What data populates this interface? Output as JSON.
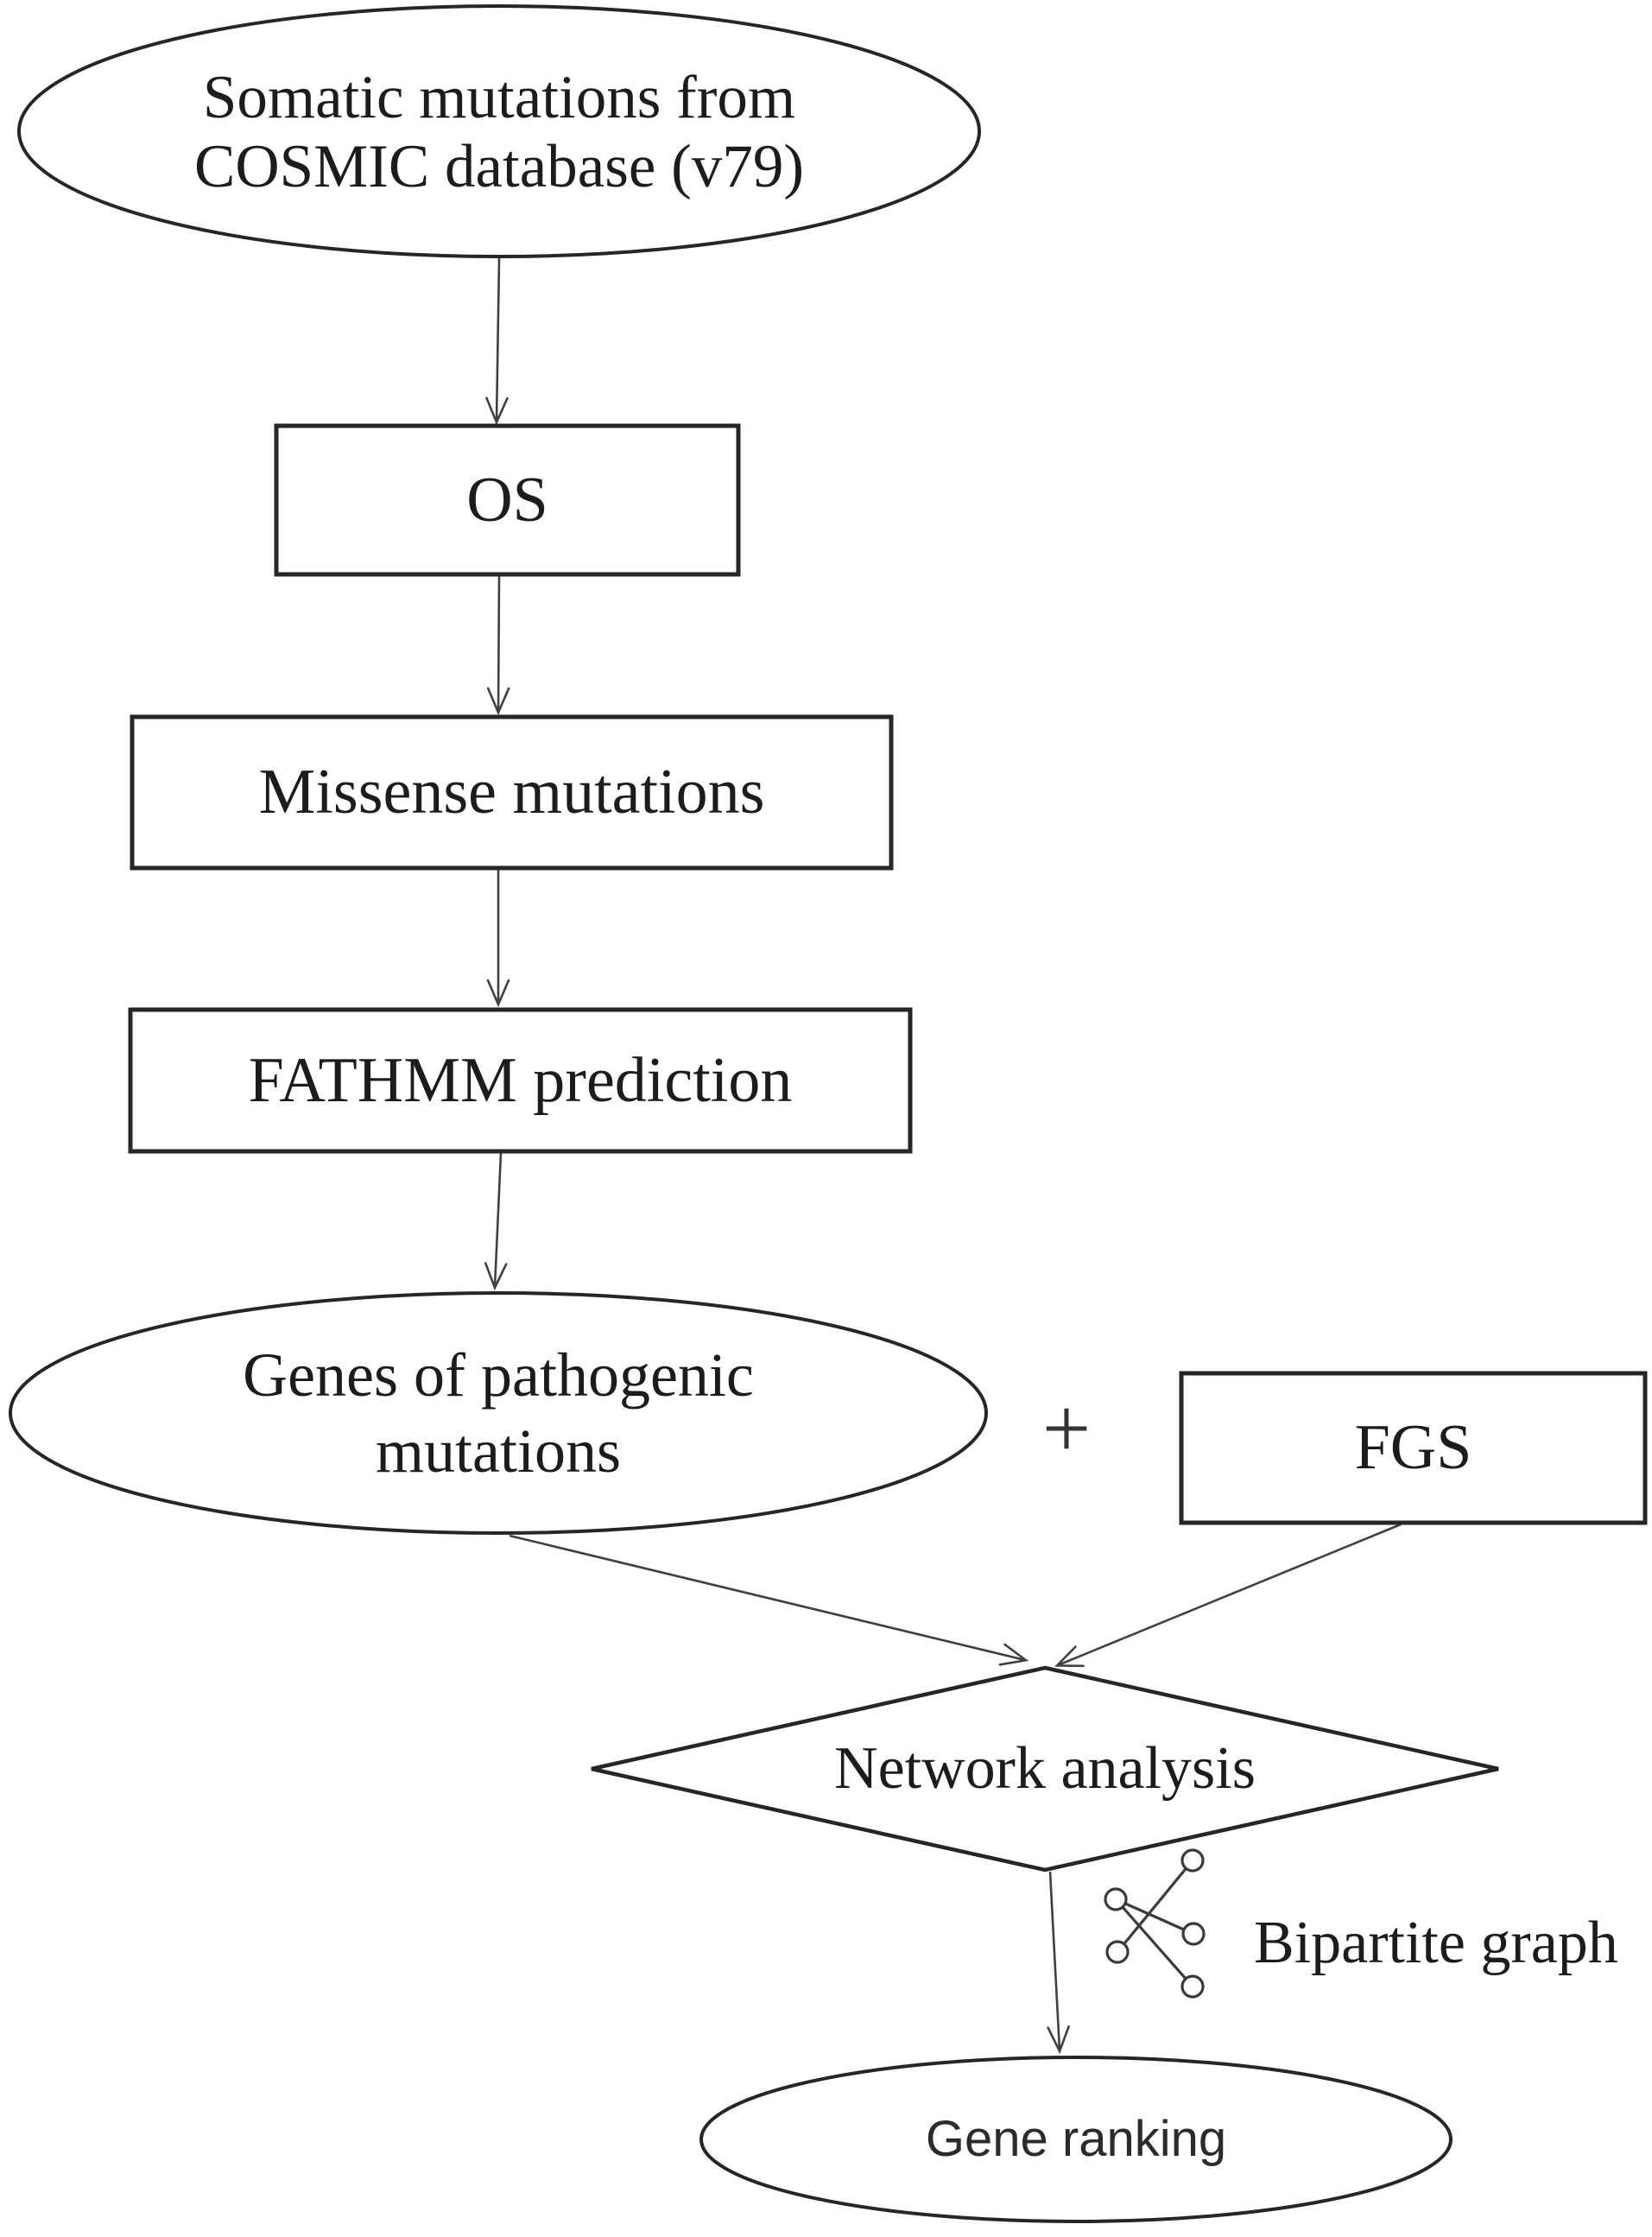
{
  "figure": {
    "nodes": {
      "cosmic": {
        "shape": "ellipse",
        "label": "Somatic mutations from\nCOSMIC database (v79)"
      },
      "os": {
        "shape": "rect",
        "label": "OS"
      },
      "missense": {
        "shape": "rect",
        "label": "Missense mutations"
      },
      "fathmm": {
        "shape": "rect",
        "label": "FATHMM prediction"
      },
      "genes": {
        "shape": "ellipse",
        "label": "Genes of pathogenic\nmutations"
      },
      "fgs": {
        "shape": "rect",
        "label": "FGS"
      },
      "network": {
        "shape": "diamond",
        "label": "Network analysis"
      },
      "ranking": {
        "shape": "ellipse",
        "label": "Gene ranking"
      }
    },
    "operators": {
      "plus": "+"
    },
    "annotations": {
      "bipartite": "Bipartite graph"
    },
    "icons": {
      "bipartite": "bipartite-graph-icon"
    },
    "colors": {
      "background": "#ffffff",
      "shape_stroke": "#262626",
      "arrow_stroke": "#404040",
      "icon_stroke": "#3a3a3a",
      "text": "#1c1c1c"
    }
  }
}
